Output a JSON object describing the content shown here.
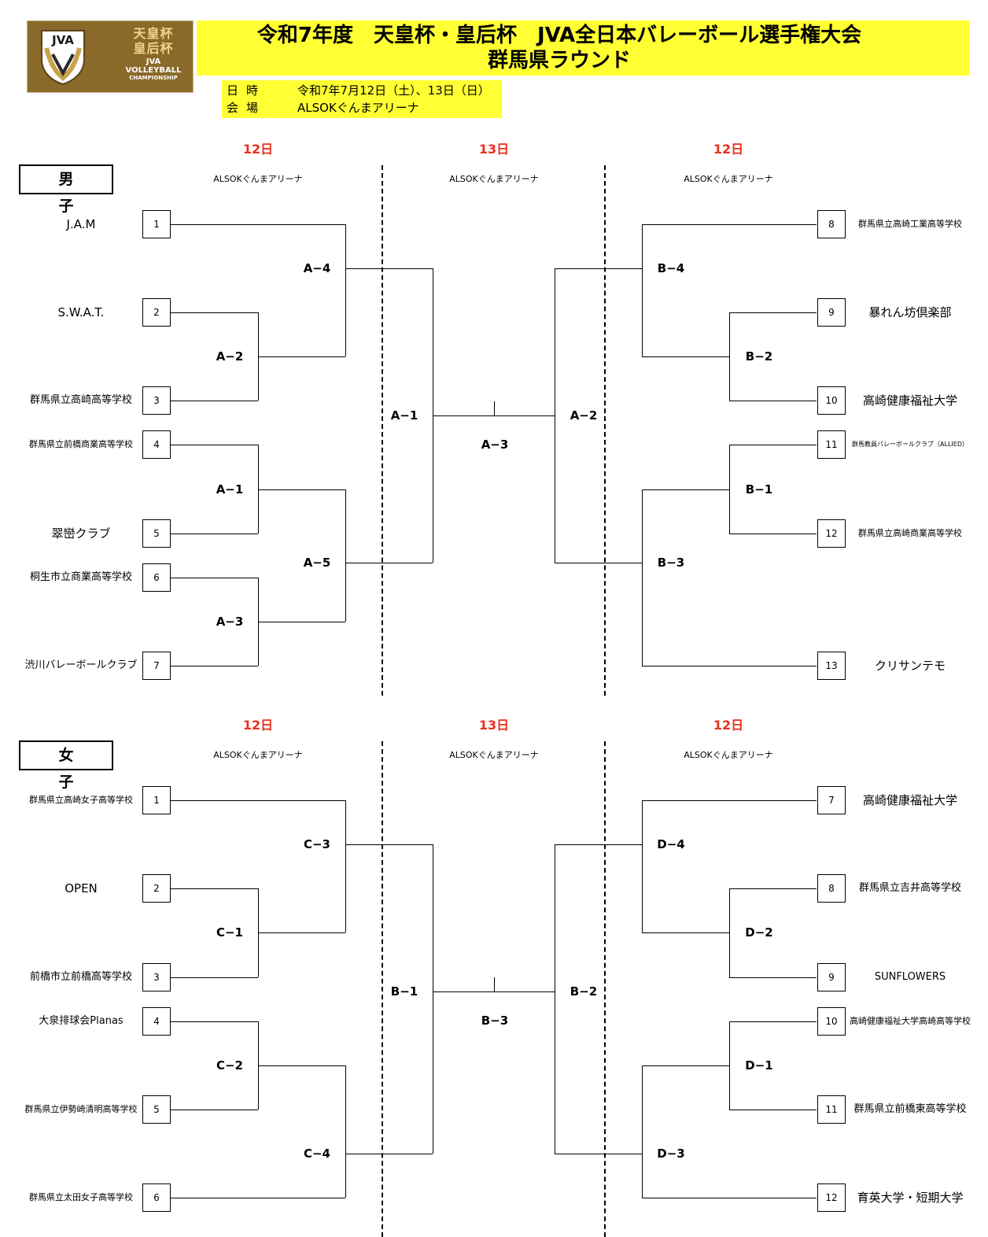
{
  "header": {
    "logo_mark": "JVA",
    "logo_line1": "天皇杯",
    "logo_line2": "皇后杯",
    "logo_line3": "JVA",
    "logo_line4": "VOLLEYBALL",
    "logo_line5": "CHAMPIONSHIP",
    "title_line1": "令和7年度　天皇杯・皇后杯　JVA全日本バレーボール選手権大会",
    "title_line2": "群馬県ラウンド",
    "info": [
      {
        "key": "日時",
        "value": "令和7年7月12日（土）、13日（日）"
      },
      {
        "key": "会場",
        "value": "ALSOKぐんまアリーナ"
      }
    ],
    "accent_color": "#ffff33"
  },
  "sections": [
    {
      "title": "男　子",
      "days": [
        "12日",
        "13日",
        "12日"
      ],
      "venues": [
        "ALSOKぐんまアリーナ",
        "ALSOKぐんまアリーナ",
        "ALSOKぐんまアリーナ"
      ],
      "left_teams": [
        {
          "seed": "1",
          "name": "J.A.M"
        },
        {
          "seed": "2",
          "name": "S.W.A.T."
        },
        {
          "seed": "3",
          "name": "群馬県立高崎高等学校"
        },
        {
          "seed": "4",
          "name": "群馬県立前橋商業高等学校"
        },
        {
          "seed": "5",
          "name": "翠巒クラブ"
        },
        {
          "seed": "6",
          "name": "桐生市立商業高等学校"
        },
        {
          "seed": "7",
          "name": "渋川バレーボールクラブ"
        }
      ],
      "right_teams": [
        {
          "seed": "8",
          "name": "群馬県立高崎工業高等学校"
        },
        {
          "seed": "9",
          "name": "暴れん坊倶楽部"
        },
        {
          "seed": "10",
          "name": "高崎健康福祉大学"
        },
        {
          "seed": "11",
          "name": "群馬教員バレーボールクラブ（ALLIED）"
        },
        {
          "seed": "12",
          "name": "群馬県立高崎商業高等学校"
        },
        {
          "seed": "13",
          "name": "クリサンテモ"
        }
      ],
      "matches": {
        "l_r1_top": "A−2",
        "l_r1_bot_a": "A−1",
        "l_r1_bot_b": "A−3",
        "l_r2_top": "A−4",
        "l_r2_bot": "A−5",
        "l_semi": "A−1",
        "r_r1_top": "B−2",
        "r_r1_bot": "B−1",
        "r_r2_top": "B−4",
        "r_r2_bot": "B−3",
        "r_semi": "A−2",
        "final": "A−3"
      }
    },
    {
      "title": "女　子",
      "days": [
        "12日",
        "13日",
        "12日"
      ],
      "venues": [
        "ALSOKぐんまアリーナ",
        "ALSOKぐんまアリーナ",
        "ALSOKぐんまアリーナ"
      ],
      "left_teams": [
        {
          "seed": "1",
          "name": "群馬県立高崎女子高等学校"
        },
        {
          "seed": "2",
          "name": "OPEN"
        },
        {
          "seed": "3",
          "name": "前橋市立前橋高等学校"
        },
        {
          "seed": "4",
          "name": "大泉排球会Planas"
        },
        {
          "seed": "5",
          "name": "群馬県立伊勢崎清明高等学校"
        },
        {
          "seed": "6",
          "name": "群馬県立太田女子高等学校"
        }
      ],
      "right_teams": [
        {
          "seed": "7",
          "name": "高崎健康福祉大学"
        },
        {
          "seed": "8",
          "name": "群馬県立吉井高等学校"
        },
        {
          "seed": "9",
          "name": "SUNFLOWERS"
        },
        {
          "seed": "10",
          "name": "高崎健康福祉大学高崎高等学校"
        },
        {
          "seed": "11",
          "name": "群馬県立前橋東高等学校"
        },
        {
          "seed": "12",
          "name": "育英大学・短期大学"
        }
      ],
      "matches": {
        "l_r1_top": "C−1",
        "l_r1_bot": "C−2",
        "l_r2_top": "C−3",
        "l_r2_bot": "C−4",
        "l_semi": "B−1",
        "r_r1_top": "D−2",
        "r_r1_bot": "D−1",
        "r_r2_top": "D−4",
        "r_r2_bot": "D−3",
        "r_semi": "B−2",
        "final": "B−3"
      }
    }
  ]
}
